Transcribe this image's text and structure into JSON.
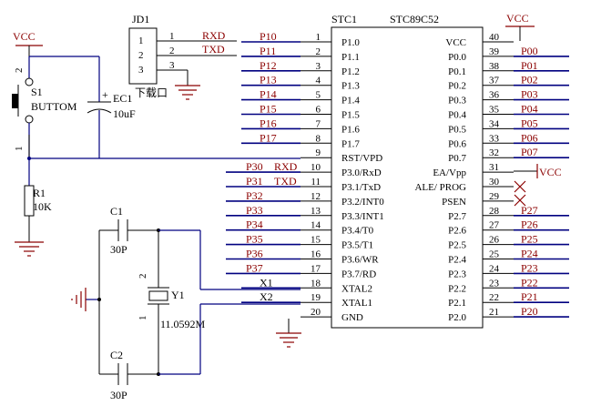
{
  "power": {
    "vcc_left": "VCC",
    "vcc_right": "VCC",
    "vcc_ea": "VCC"
  },
  "jd1": {
    "ref": "JD1",
    "value": "下载口",
    "pin_numbers": [
      "1",
      "2",
      "3"
    ],
    "pin_labels": [
      "1",
      "2",
      "3"
    ],
    "nets": [
      "RXD",
      "TXD"
    ]
  },
  "switch": {
    "ref": "S1",
    "value": "BUTTOM",
    "pin_top": "2",
    "pin_bottom": "1"
  },
  "capacitor_ec1": {
    "ref": "EC1",
    "value": "10uF",
    "polarity": "+"
  },
  "resistor_r1": {
    "ref": "R1",
    "value": "10K"
  },
  "cap_c1": {
    "ref": "C1",
    "value": "30P"
  },
  "cap_c2": {
    "ref": "C2",
    "value": "30P"
  },
  "crystal": {
    "ref": "Y1",
    "value": "11.0592M",
    "pin_top": "2",
    "pin_bottom": "1"
  },
  "mcu": {
    "ref": "STC1",
    "part": "STC89C52",
    "left_pins": [
      {
        "num": "1",
        "name": "P1.0",
        "net": "P10"
      },
      {
        "num": "2",
        "name": "P1.1",
        "net": "P11"
      },
      {
        "num": "3",
        "name": "P1.2",
        "net": "P12"
      },
      {
        "num": "4",
        "name": "P1.3",
        "net": "P13"
      },
      {
        "num": "5",
        "name": "P1.4",
        "net": "P14"
      },
      {
        "num": "6",
        "name": "P1.5",
        "net": "P15"
      },
      {
        "num": "7",
        "name": "P1.6",
        "net": "P16"
      },
      {
        "num": "8",
        "name": "P1.7",
        "net": "P17"
      },
      {
        "num": "9",
        "name": "RST/VPD",
        "net": ""
      },
      {
        "num": "10",
        "name": "P3.0/RxD",
        "net": "P30",
        "net2": "RXD"
      },
      {
        "num": "11",
        "name": "P3.1/TxD",
        "net": "P31",
        "net2": "TXD"
      },
      {
        "num": "12",
        "name": "P3.2/INT0",
        "net": "P32"
      },
      {
        "num": "13",
        "name": "P3.3/INT1",
        "net": "P33"
      },
      {
        "num": "14",
        "name": "P3.4/T0",
        "net": "P34"
      },
      {
        "num": "15",
        "name": "P3.5/T1",
        "net": "P35"
      },
      {
        "num": "16",
        "name": "P3.6/WR",
        "net": "P36"
      },
      {
        "num": "17",
        "name": "P3.7/RD",
        "net": "P37"
      },
      {
        "num": "18",
        "name": "XTAL2",
        "net": "X1"
      },
      {
        "num": "19",
        "name": "XTAL1",
        "net": "X2"
      },
      {
        "num": "20",
        "name": "GND",
        "net": ""
      }
    ],
    "right_pins": [
      {
        "num": "40",
        "name": "VCC",
        "net": ""
      },
      {
        "num": "39",
        "name": "P0.0",
        "net": "P00"
      },
      {
        "num": "38",
        "name": "P0.1",
        "net": "P01"
      },
      {
        "num": "37",
        "name": "P0.2",
        "net": "P02"
      },
      {
        "num": "36",
        "name": "P0.3",
        "net": "P03"
      },
      {
        "num": "35",
        "name": "P0.4",
        "net": "P04"
      },
      {
        "num": "34",
        "name": "P0.5",
        "net": "P05"
      },
      {
        "num": "33",
        "name": "P0.6",
        "net": "P06"
      },
      {
        "num": "32",
        "name": "P0.7",
        "net": "P07"
      },
      {
        "num": "31",
        "name": "EA/Vpp",
        "net": ""
      },
      {
        "num": "30",
        "name": "ALE/ PROG",
        "net": ""
      },
      {
        "num": "29",
        "name": "PSEN",
        "net": ""
      },
      {
        "num": "28",
        "name": "P2.7",
        "net": "P27"
      },
      {
        "num": "27",
        "name": "P2.6",
        "net": "P26"
      },
      {
        "num": "26",
        "name": "P2.5",
        "net": "P25"
      },
      {
        "num": "25",
        "name": "P2.4",
        "net": "P24"
      },
      {
        "num": "24",
        "name": "P2.3",
        "net": "P23"
      },
      {
        "num": "23",
        "name": "P2.2",
        "net": "P22"
      },
      {
        "num": "22",
        "name": "P2.1",
        "net": "P21"
      },
      {
        "num": "21",
        "name": "P2.0",
        "net": "P20"
      }
    ]
  }
}
